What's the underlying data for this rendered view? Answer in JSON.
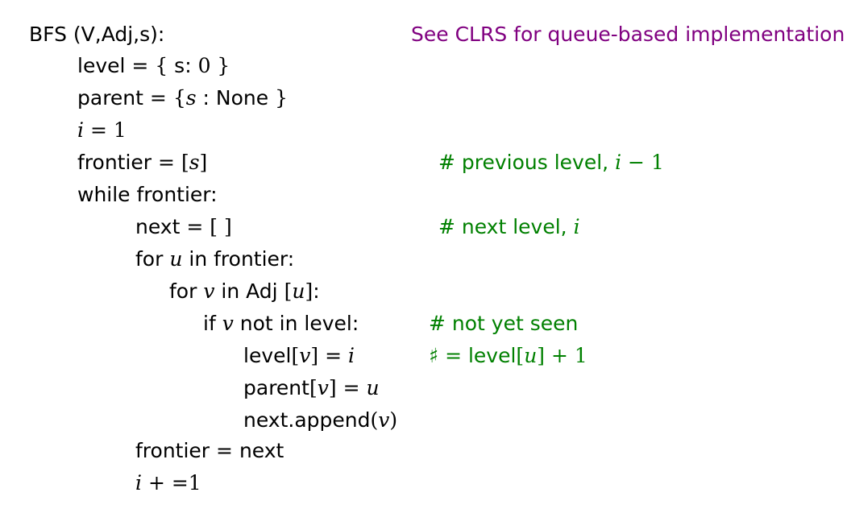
{
  "colors": {
    "comment": "#008000",
    "note": "#800080",
    "text": "#000000"
  },
  "note": "See CLRS for queue-based implementation",
  "code": {
    "header": "BFS (V,Adj,s):",
    "l1": {
      "a": "level",
      "eq": "=",
      "ob": "{",
      "b": " s: ",
      "zero": "0",
      "cb": "}"
    },
    "l2": {
      "a": "parent",
      "eq": "=",
      "ob": "{",
      "s": "s",
      "colon": " : ",
      "none": "None",
      "cb": "}"
    },
    "l3": {
      "i": "i",
      "eq": "=",
      "one": "1"
    },
    "l4": {
      "a": "frontier",
      "eq": "=",
      "lb": "[",
      "s": "s",
      "rb": "]"
    },
    "l5": {
      "a": "while frontier:"
    },
    "l6": {
      "a": "next",
      "eq": "=",
      "br": "[ ]"
    },
    "l7": {
      "a": "for ",
      "u": "u",
      "b": " in frontier:"
    },
    "l8": {
      "a": "for ",
      "v": "v",
      "b": " in Adj ",
      "lb": "[",
      "u": "u",
      "rb": "]",
      "c": ":"
    },
    "l9": {
      "a": "if ",
      "v": "v",
      "b": " not in level:"
    },
    "l10": {
      "a": "level",
      "lb": "[",
      "v": "v",
      "rb": "]",
      "eq": "=",
      "i": "i"
    },
    "l11": {
      "a": "parent",
      "lb": "[",
      "v": "v",
      "rb": "]",
      "eq": "=",
      "u": "u"
    },
    "l12": {
      "a": "next.append",
      "lp": "(",
      "v": "v",
      "rp": ")"
    },
    "l13": {
      "a": "frontier",
      "eq": "=",
      "b": "next"
    },
    "l14": {
      "i": "i",
      "op": "+ =",
      "one": "1"
    }
  },
  "comments": {
    "c1": {
      "hash": "#",
      "a": " previous level, ",
      "i": "i",
      "minus": "−",
      "one": "1"
    },
    "c2": {
      "hash": "#",
      "a": " next level, ",
      "i": "i"
    },
    "c3": {
      "hash": "#",
      "a": " not yet seen"
    },
    "c4": {
      "sharp": "♯",
      "eq": "=",
      "a": "level",
      "lb": "[",
      "u": "u",
      "rb": "]",
      "plus": "+",
      "one": "1"
    }
  }
}
